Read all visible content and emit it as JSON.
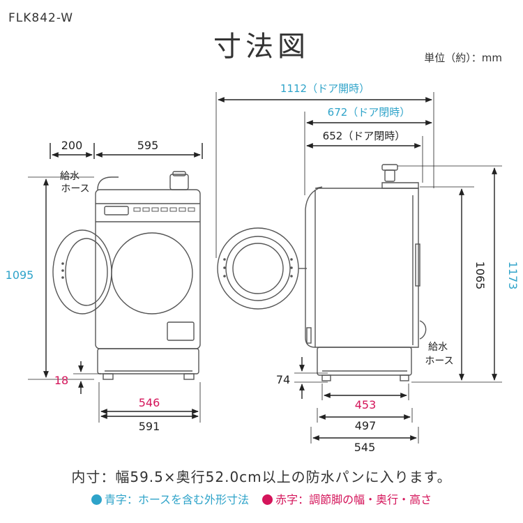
{
  "model": "FLK842-W",
  "title": "寸法図",
  "unit_label": "単位（約）：mm",
  "colors": {
    "blue": "#2ea3c9",
    "red": "#d4145a",
    "line": "#222222",
    "machine": "#555555"
  },
  "front_view": {
    "dims": {
      "hose_width": "200",
      "body_width_top": "595",
      "total_height": "1095",
      "foot_height": "18",
      "foot_width": "546",
      "base_width": "591"
    },
    "hose_label_line1": "給水",
    "hose_label_line2": "ホース"
  },
  "side_view": {
    "dims": {
      "depth_door_open": "1112（ドア開時）",
      "depth_door_closed_blue": "672（ドア閉時）",
      "depth_door_closed": "652（ドア閉時）",
      "height_body": "1065",
      "height_total": "1173",
      "foot_height": "74",
      "foot_depth": "453",
      "base_depth": "497",
      "overall_base_depth": "545"
    },
    "hose_label_line1": "給水",
    "hose_label_line2": "ホース"
  },
  "note": "内寸：幅59.5×奥行52.0cm以上の防水パンに入ります。",
  "legend": {
    "blue_text": "青字：ホースを含む外形寸法",
    "red_text": "赤字：調節脚の幅・奥行・高さ"
  }
}
